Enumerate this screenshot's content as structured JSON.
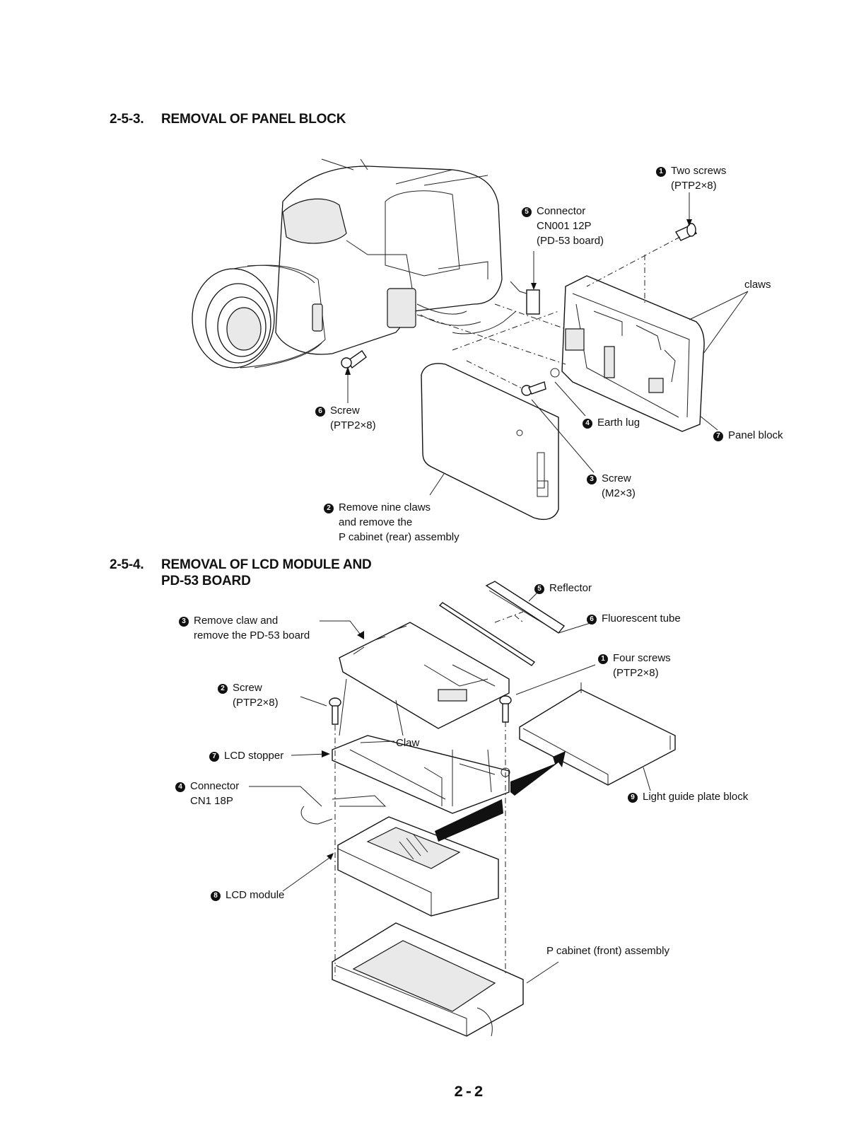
{
  "section_a": {
    "number": "2-5-3.",
    "title": "REMOVAL OF PANEL BLOCK",
    "labels": {
      "two_screws": {
        "step": "1",
        "lines": [
          "Two screws",
          "(PTP2×8)"
        ]
      },
      "remove_claws": {
        "step": "2",
        "lines": [
          "Remove nine claws",
          "and remove the",
          "P cabinet (rear) assembly"
        ]
      },
      "screw_m2": {
        "step": "3",
        "lines": [
          "Screw",
          "(M2×3)"
        ]
      },
      "earth_lug": {
        "step": "4",
        "lines": [
          "Earth lug"
        ]
      },
      "connector": {
        "step": "5",
        "lines": [
          "Connector",
          "CN001 12P",
          "(PD-53 board)"
        ]
      },
      "screw_ptp": {
        "step": "6",
        "lines": [
          "Screw",
          "(PTP2×8)"
        ]
      },
      "panel_block": {
        "step": "7",
        "lines": [
          "Panel block"
        ]
      },
      "claws": {
        "lines": [
          "claws"
        ]
      }
    }
  },
  "section_b": {
    "number": "2-5-4.",
    "title_line1": "REMOVAL OF LCD MODULE AND",
    "title_line2": "PD-53 BOARD",
    "labels": {
      "four_screws": {
        "step": "1",
        "lines": [
          "Four screws",
          "(PTP2×8)"
        ]
      },
      "screw": {
        "step": "2",
        "lines": [
          "Screw",
          "(PTP2×8)"
        ]
      },
      "remove_claw": {
        "step": "3",
        "lines": [
          "Remove claw and",
          "remove the PD-53 board"
        ]
      },
      "connector": {
        "step": "4",
        "lines": [
          "Connector",
          "CN1 18P"
        ]
      },
      "reflector": {
        "step": "5",
        "lines": [
          "Reflector"
        ]
      },
      "fluorescent": {
        "step": "6",
        "lines": [
          "Fluorescent tube"
        ]
      },
      "lcd_stopper": {
        "step": "7",
        "lines": [
          "LCD stopper"
        ]
      },
      "lcd_module": {
        "step": "8",
        "lines": [
          "LCD module"
        ]
      },
      "light_guide": {
        "step": "9",
        "lines": [
          "Light guide plate block"
        ]
      },
      "claw": {
        "lines": [
          "Claw"
        ]
      },
      "p_cabinet_front": {
        "lines": [
          "P cabinet (front) assembly"
        ]
      }
    }
  },
  "page_number": "2-2",
  "icons": {
    "step_marker": "filled-circle-number-icon",
    "screw": "screw-icon",
    "arrow": "large-arrow-icon"
  }
}
